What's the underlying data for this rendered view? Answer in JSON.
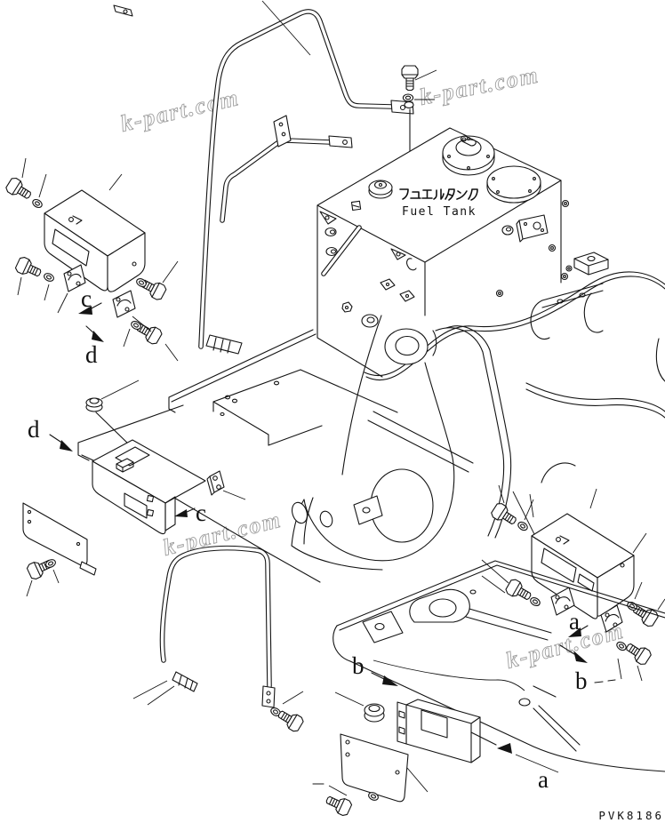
{
  "diagram": {
    "tank_label_ja": "フュエルタンク",
    "tank_label_en": "Fuel Tank",
    "drawing_code": "PVK8186",
    "watermark_text": "k-part.com"
  },
  "callouts": {
    "a": "a",
    "b": "b",
    "c": "c",
    "d": "d"
  },
  "colors": {
    "background": "#ffffff",
    "line": "#141414",
    "watermark": "#9f9f9f"
  }
}
